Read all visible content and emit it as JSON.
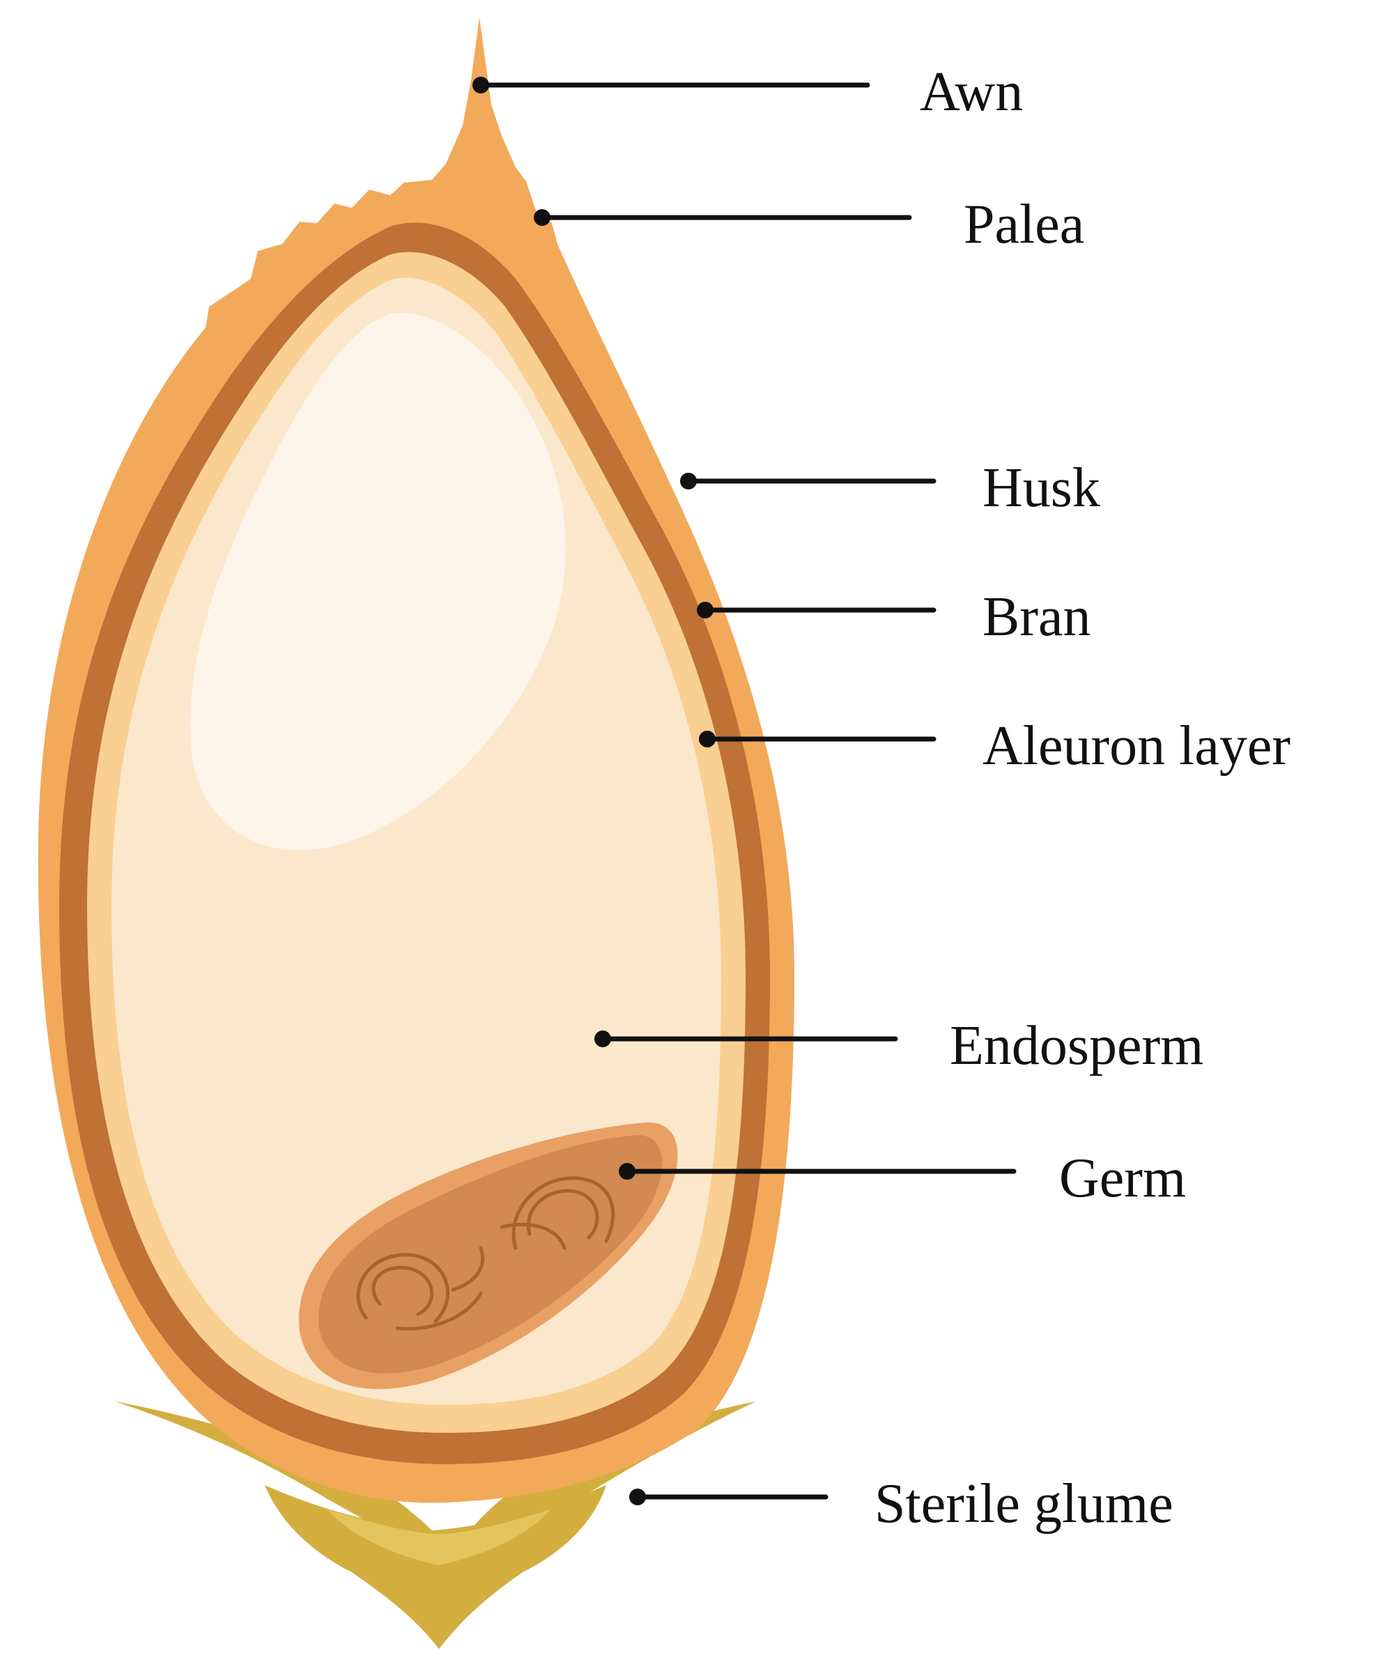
{
  "diagram": {
    "labels": {
      "awn": "Awn",
      "palea": "Palea",
      "husk": "Husk",
      "bran": "Bran",
      "aleuron": "Aleuron layer",
      "endosperm": "Endosperm",
      "germ": "Germ",
      "sterile_glume": "Sterile glume"
    },
    "colors": {
      "husk": "#F2A95A",
      "bran": "#BF7136",
      "aleuron": "#F9CF92",
      "endosperm": "#FBE8CC",
      "endosperm_highlight": "#FDF5EA",
      "germ": "#D28A52",
      "germ_outline": "#E8A064",
      "germ_marks": "#A8632E",
      "glume": "#D3AE3E",
      "glume_light": "#E3C45A",
      "leader": "#111111"
    }
  }
}
